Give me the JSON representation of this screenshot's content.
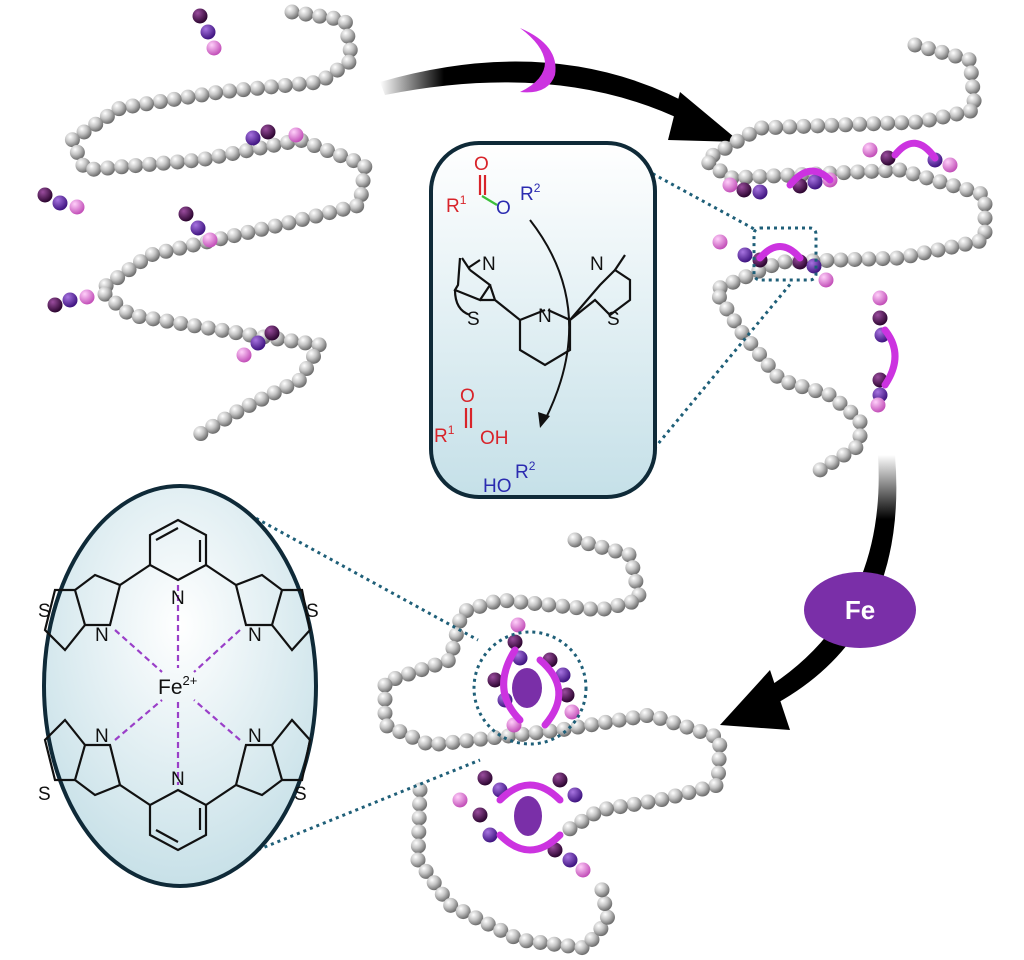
{
  "reagent_box": {
    "ester": {
      "r1": "R",
      "r1_sup": "1",
      "carbonyl_o": "O",
      "ether_o": "O",
      "r2": "R",
      "r2_sup": "2"
    },
    "ligand": {
      "n_left": "N",
      "s_left": "S",
      "n_py": "N",
      "n_right": "N",
      "s_right": "S"
    },
    "acid": {
      "r1": "R",
      "r1_sup": "1",
      "carbonyl_o": "O",
      "oh": "OH"
    },
    "alcohol": {
      "ho": "HO",
      "r2": "R",
      "r2_sup": "2"
    }
  },
  "metal_label": "Fe",
  "complex": {
    "metal": "Fe",
    "charge": "2+",
    "s_tl": "S",
    "n_tl": "N",
    "n_py_top": "N",
    "n_tr": "N",
    "s_tr": "S",
    "s_bl": "S",
    "n_bl": "N",
    "n_py_bottom": "N",
    "n_br": "N",
    "s_br": "S"
  },
  "colors": {
    "bead_gray": "#b8b8b8",
    "bead_dark_purple": "#4a0d4f",
    "bead_purple": "#6a2aa8",
    "bead_pink": "#e27ad9",
    "binder_magenta": "#cc33e0",
    "fe_purple": "#7a2fa8",
    "dotted_teal": "#1f5f78",
    "box_border": "#0f2a38"
  }
}
